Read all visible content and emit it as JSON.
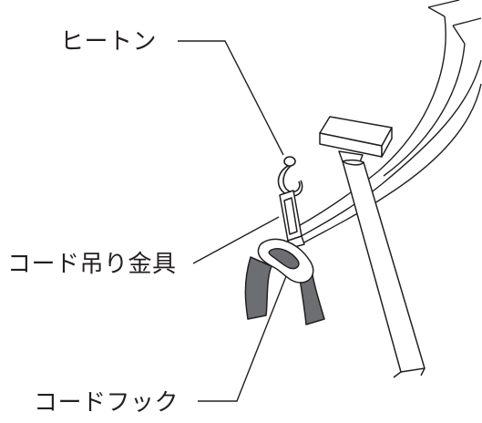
{
  "labels": {
    "hiiton": "ヒートン",
    "cord_hanger": "コード吊り金具",
    "cord_hook": "コードフック"
  },
  "colors": {
    "line": "#231f20",
    "strap": "#6d6e71",
    "background": "#ffffff"
  }
}
